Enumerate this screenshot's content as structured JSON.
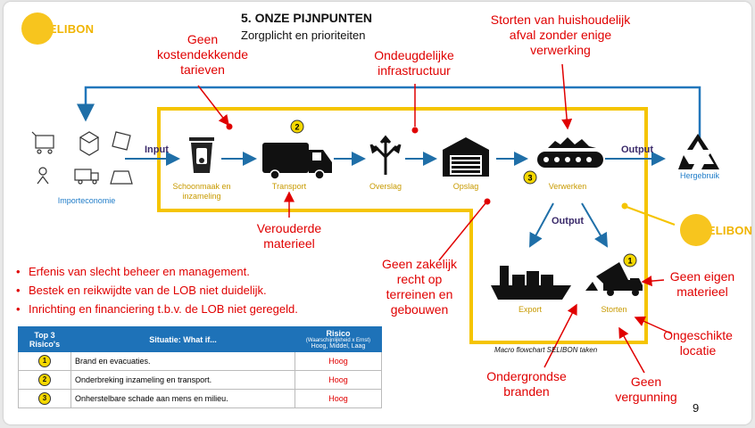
{
  "header": {
    "title": "5. ONZE PIJNPUNTEN",
    "subtitle": "Zorgplicht en  prioriteiten",
    "logo_text": "SELIBON",
    "page_number": "9"
  },
  "flow": {
    "input_label": "Input",
    "output_label_right": "Output",
    "output_label_down": "Output",
    "source": "Importeconomie",
    "stages": [
      "Schoonmaak en inzameling",
      "Transport",
      "Overslag",
      "Opslag",
      "Verwerken"
    ],
    "reuse": "Hergebruik",
    "export": "Export",
    "storten": "Storten",
    "caption": "Macro flowchart SELIBON taken",
    "markers": [
      "2",
      "3",
      "1"
    ]
  },
  "pain_points": {
    "tariffs": "Geen kostendekkende tarieven",
    "infrastructure": "Ondeugdelijke infrastructuur",
    "household": "Storten van huishoudelijk afval zonder enige verwerking",
    "equipment_old": "Verouderde materieel",
    "land_rights": "Geen zakelijk recht op terreinen en gebouwen",
    "own_equipment": "Geen eigen materieel",
    "location": "Ongeschikte locatie",
    "license": "Geen vergunning",
    "fires": "Ondergrondse branden"
  },
  "bullets": [
    "Erfenis van slecht beheer en management.",
    "Bestek en reikwijdte van de LOB niet duidelijk.",
    "Inrichting en financiering t.b.v. de LOB niet geregeld."
  ],
  "risk_table": {
    "col1": "Top 3 Risico's",
    "col2": "Situatie: What if...",
    "col3": "Risico",
    "col3_small": "(Waarschijnlijkheid x Ernst)",
    "col3_sub": "Hoog, Middel, Laag",
    "rows": [
      {
        "nr": "1",
        "situation": "Brand en evacuaties.",
        "risk": "Hoog"
      },
      {
        "nr": "2",
        "situation": "Onderbreking inzameling en transport.",
        "risk": "Hoog"
      },
      {
        "nr": "3",
        "situation": "Onherstelbare schade aan mens en milieu.",
        "risk": "Hoog"
      }
    ]
  },
  "colors": {
    "frame": "#f5c400",
    "flow_arrow": "#1f6fa8",
    "feedback_line": "#2277bb",
    "pain_red": "#e00000",
    "stage_label": "#c89a00",
    "blue_label": "#1f7cc8"
  },
  "icons": [
    "household-goods-icon",
    "waste-bin-icon",
    "garbage-truck-icon",
    "crossroads-icon",
    "warehouse-icon",
    "conveyor-icon",
    "recycle-icon",
    "cargo-ship-icon",
    "dump-truck-icon"
  ]
}
